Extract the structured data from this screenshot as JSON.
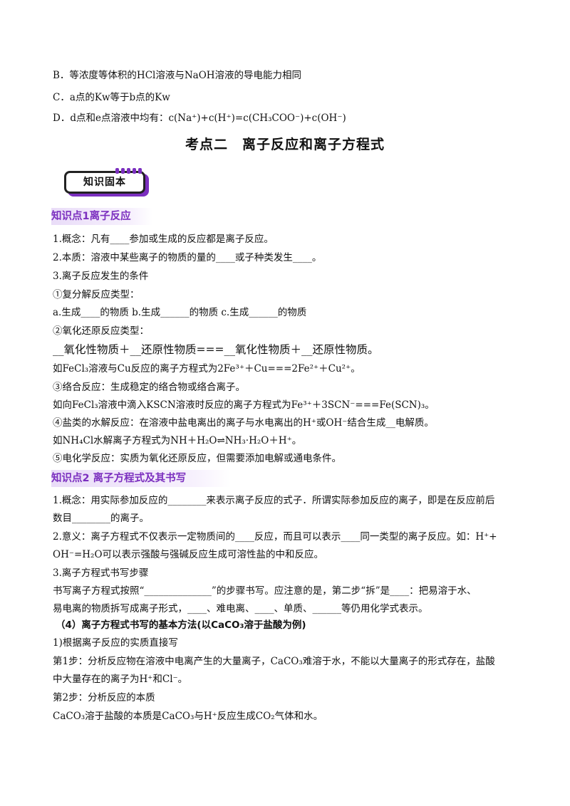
{
  "lines": {
    "optB": "B．等浓度等体积的HCl溶液与NaOH溶液的导电能力相同",
    "optC": "C．a点的Kw等于b点的Kw",
    "optD": "D．d点和e点溶液中均有：c(Na⁺)+c(H⁺)=c(CH₃COO⁻)+c(OH⁻)"
  },
  "title": "考点二　离子反应和离子方程式",
  "badge": "知识固本",
  "section1": {
    "heading": "知识点1离子反应",
    "l1": "1.概念：凡有____参加或生成的反应都是离子反应。",
    "l2": "2.本质：溶液中某些离子的物质的量的____或子种类发生____。",
    "l3": "3.离子反应发生的条件",
    "l4": "①复分解反应类型：",
    "l5": "a.生成____的物质 b.生成______的物质 c.生成______的物质",
    "l6": "②氧化还原反应类型：",
    "l7": "__氧化性物质＋__还原性物质===__氧化性物质＋__还原性物质。",
    "l8": "如FeCl₃溶液与Cu反应的离子方程式为2Fe³⁺＋Cu===2Fe²⁺＋Cu²⁺。",
    "l9": "③络合反应：生成稳定的络合物或络合离子。",
    "l10": "如向FeCl₃溶液中滴入KSCN溶液时反应的离子方程式为Fe³⁺＋3SCN⁻===Fe(SCN)₃。",
    "l11": "④盐类的水解反应：在溶液中盐电离出的离子与水电离出的H⁺或OH⁻结合生成__电解质。",
    "l12": "如NH₄Cl水解离子方程式为NH＋H₂O⇌NH₃·H₂O＋H⁺。",
    "l13": "⑤电化学反应：实质为氧化还原反应，但需要添加电解或通电条件。"
  },
  "section2": {
    "heading": "知识点2 离子方程式及其书写",
    "l1": "1.概念：用实际参加反应的________来表示离子反应的式子．所谓实际参加反应的离子，即是在反应前后",
    "l2": "数目________的离子。",
    "l3": "2.意义：离子方程式不仅表示一定物质间的____反应，而且可以表示____同一类型的离子反应。如：H⁺+",
    "l4": "OH⁻=H₂O可以表示强酸与强碱反应生成可溶性盐的中和反应。",
    "l5": "3.离子方程式书写步骤",
    "l6": "书写离子方程式按照“______________”的步骤书写。应注意的是，第二步“拆”是____：把易溶于水、",
    "l7": "易电离的物质拆写成离子形式，____、难电离、____、单质、______等仍用化学式表示。",
    "l8": "（4）离子方程式书写的基本方法(以CaCO₃溶于盐酸为例)",
    "l9": "1)根据离子反应的实质直接写",
    "l10": "第1步：分析反应物在溶液中电离产生的大量离子，CaCO₃难溶于水，不能以大量离子的形式存在，盐酸",
    "l11": "中大量存在的离子为H⁺和Cl⁻。",
    "l12": "第2步：分析反应的本质",
    "l13": "CaCO₃溶于盐酸的本质是CaCO₃与H⁺反应生成CO₂气体和水。"
  }
}
